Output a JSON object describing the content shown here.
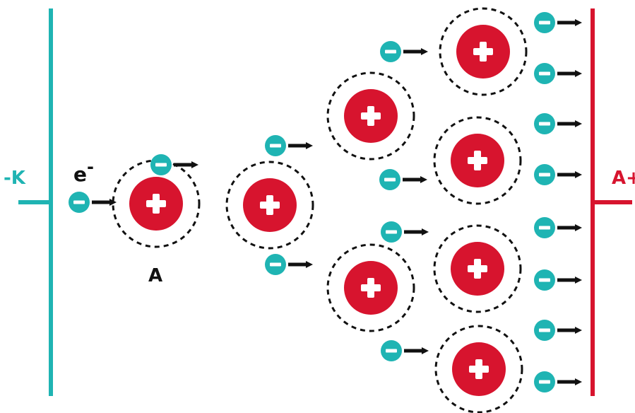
{
  "labels": {
    "cathode": "-K",
    "anode": "A+",
    "electron": "e",
    "electron_sup": "-",
    "atom": "A"
  },
  "colors": {
    "cathode": "#1fb4b3",
    "anode": "#d7142e",
    "electron": "#1fb4b3",
    "ion": "#d7142e",
    "arrow": "#111111",
    "shell": "#111111"
  },
  "diagram": {
    "description_type": "electron-avalanche",
    "stages": [
      {
        "ions": 1,
        "electrons_out": 2
      },
      {
        "ions": 1,
        "electrons_out": 2
      },
      {
        "ions": 2,
        "electrons_out": 4
      },
      {
        "ions": 4,
        "electrons_out": 8
      }
    ]
  }
}
